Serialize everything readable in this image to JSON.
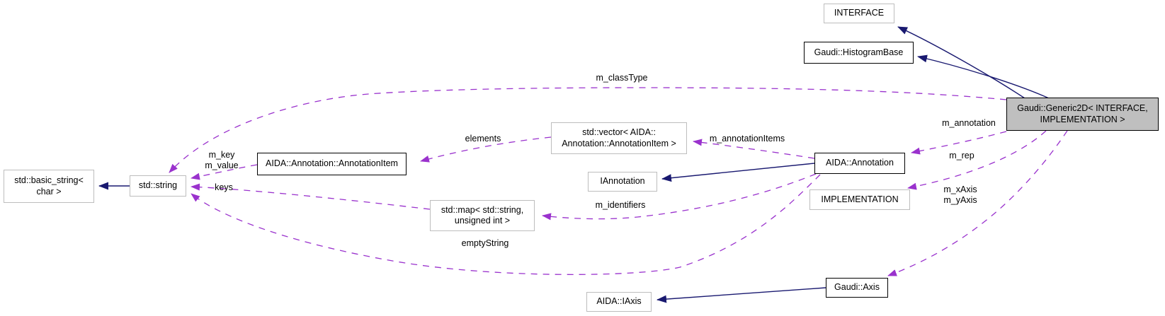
{
  "colors": {
    "inheritance_edge": "#191970",
    "usage_edge": "#9a32cd",
    "current_node_fill": "#bfbfbf",
    "documented_node_border": "#000000",
    "external_node_border": "#bdbdbd"
  },
  "nodes": {
    "interface": {
      "label": "INTERFACE"
    },
    "histogram_base": {
      "label": "Gaudi::HistogramBase"
    },
    "generic2d": {
      "line1": "Gaudi::Generic2D< INTERFACE,",
      "line2": "IMPLEMENTATION >"
    },
    "basic_string": {
      "line1": "std::basic_string<",
      "line2": "char >"
    },
    "std_string": {
      "label": "std::string"
    },
    "annotation_item": {
      "label": "AIDA::Annotation::AnnotationItem"
    },
    "std_vector": {
      "line1": "std::vector< AIDA::",
      "line2": "Annotation::AnnotationItem >"
    },
    "iannotation": {
      "label": "IAnnotation"
    },
    "aida_annotation": {
      "label": "AIDA::Annotation"
    },
    "implementation": {
      "label": "IMPLEMENTATION"
    },
    "std_map": {
      "line1": "std::map< std::string,",
      "line2": "unsigned int >"
    },
    "aida_iaxis": {
      "label": "AIDA::IAxis"
    },
    "gaudi_axis": {
      "label": "Gaudi::Axis"
    }
  },
  "edge_labels": {
    "m_classType": "m_classType",
    "elements": "elements",
    "m_annotationItems": "m_annotationItems",
    "m_key": "m_key",
    "m_value": "m_value",
    "keys": "keys",
    "m_identifiers": "m_identifiers",
    "emptyString": "emptyString",
    "m_annotation": "m_annotation",
    "m_rep": "m_rep",
    "m_xAxis": "m_xAxis",
    "m_yAxis": "m_yAxis"
  }
}
